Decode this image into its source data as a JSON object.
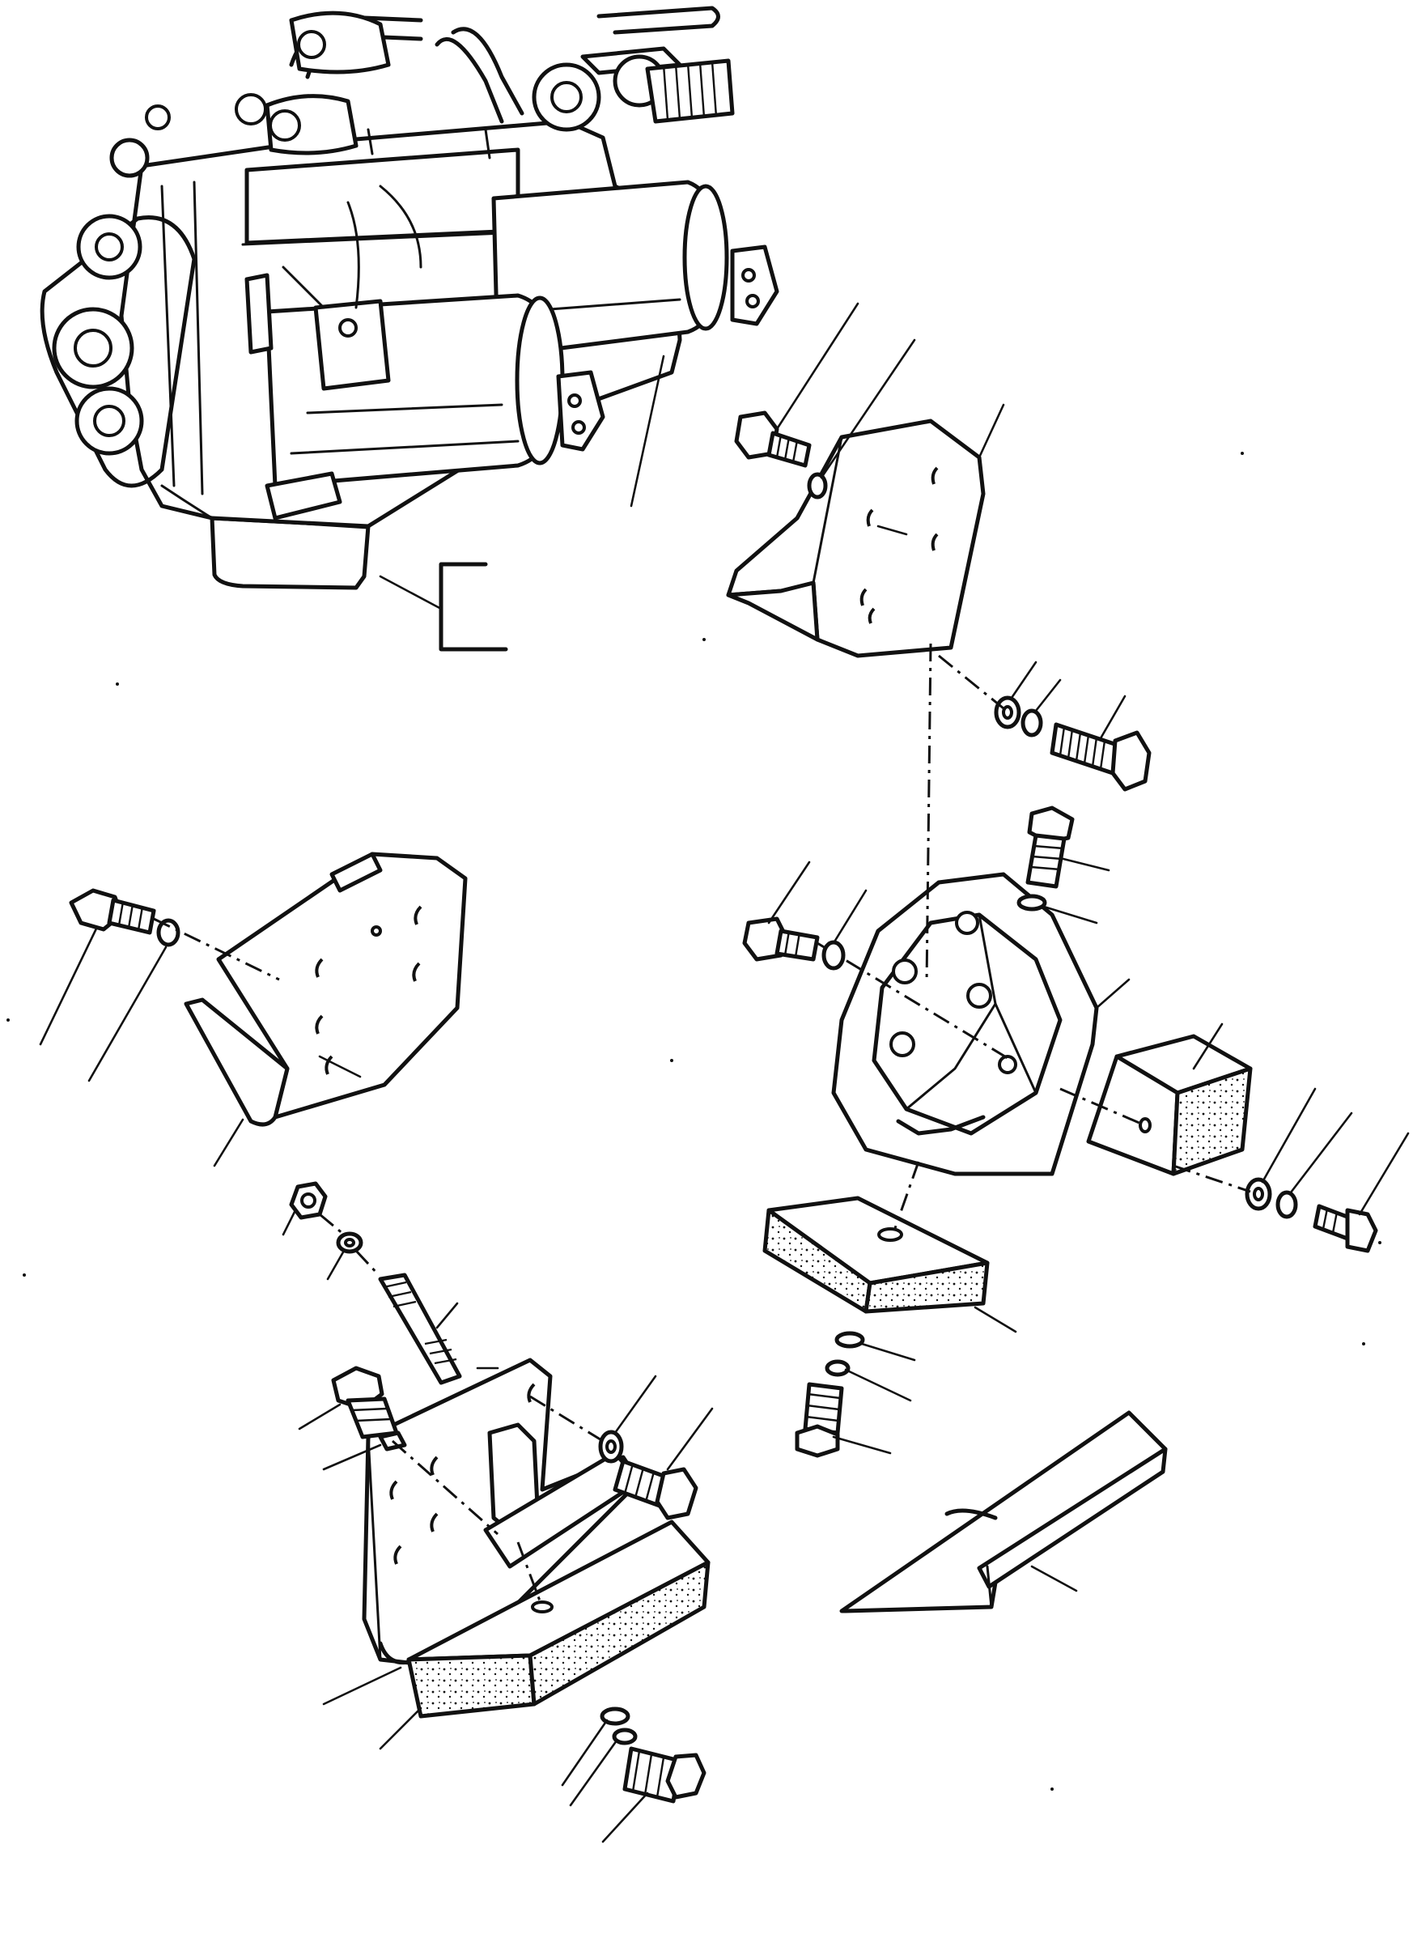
{
  "diagram": {
    "parts": [
      {
        "name": "engine",
        "icon": "engine-icon"
      },
      {
        "name": "upper-rear-bracket",
        "icon": "bracket-icon"
      },
      {
        "name": "rear-support",
        "icon": "support-icon"
      },
      {
        "name": "rear-rubber-block",
        "icon": "rubber-mount-icon"
      },
      {
        "name": "rear-side-rubber-block",
        "icon": "rubber-mount-icon"
      },
      {
        "name": "left-front-bracket",
        "icon": "bracket-icon"
      },
      {
        "name": "front-support",
        "icon": "support-icon"
      },
      {
        "name": "front-rubber-block",
        "icon": "rubber-mount-icon"
      },
      {
        "name": "shim-plate",
        "icon": "shim-icon"
      }
    ],
    "fasteners": [
      "bolt-icon",
      "washer-icon",
      "nut-icon",
      "stud-icon"
    ]
  }
}
